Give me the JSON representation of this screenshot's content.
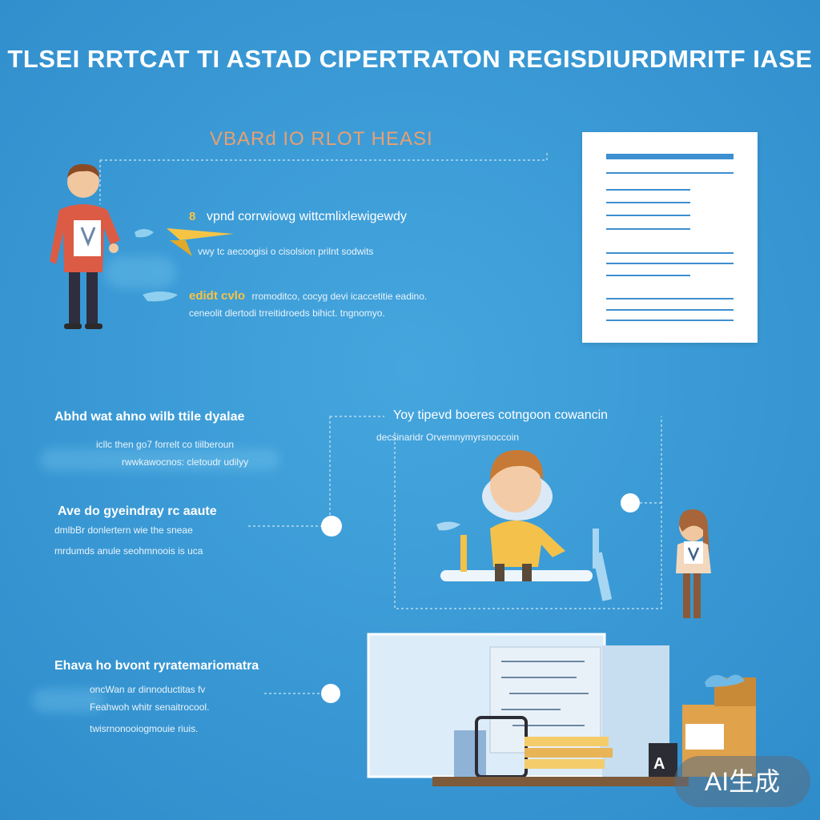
{
  "title": "TLSEI RRTCAT TI ASTAD CIPERTRATON REGISDIURDMRITF IASE",
  "subtitle": "VBARd IO RLOT HEASI",
  "section1": {
    "heading_marker": "8",
    "heading": "vpnd corrwiowg wittcmlixlewigewdy",
    "line1": "vwy tc aecoogisi o cisolsion prilnt sodwits",
    "heading2_yellow": "edidt cvlo",
    "heading2_rest": "rromoditco, cocyg devi icaccetitie eadino.",
    "line2": "ceneolit dlertodi trreitidroeds bihict. tngnomyo."
  },
  "section2_left": {
    "heading": "Abhd wat ahno wilb ttile dyalae",
    "line1": "icllc then go7 forrelt co tiilberoun",
    "line2": "rwwkawocnos: cletoudr udilyy"
  },
  "section2_right": {
    "heading": "Yoy tipevd boeres cotngoon cowancin",
    "line1": "decsinaridr Orvemnymyrsnoccoin"
  },
  "section3": {
    "heading": "Ave do gyeindray rc aaute",
    "line1": "dmlbBr donlertern wie the sneae",
    "line2": "mrdumds anule seohmnoois is uca"
  },
  "section4": {
    "heading": "Ehava ho bvont ryratemariomatra",
    "line1": "oncWan ar dinnoductitas fv",
    "line2": "Feahwoh whitr senaitrocool.",
    "line3": "twisrnonooiogmouie riuis."
  },
  "badge": "AI生成",
  "colors": {
    "background": "#3a9ad6",
    "accent_yellow": "#f6c445",
    "subtitle_orange": "#e8a070",
    "document_line": "#3d8fd0"
  },
  "icons": [
    "person-presenting-icon",
    "document-icon",
    "person-reading-icon",
    "person-holding-icon",
    "desk-monitor-icon"
  ]
}
